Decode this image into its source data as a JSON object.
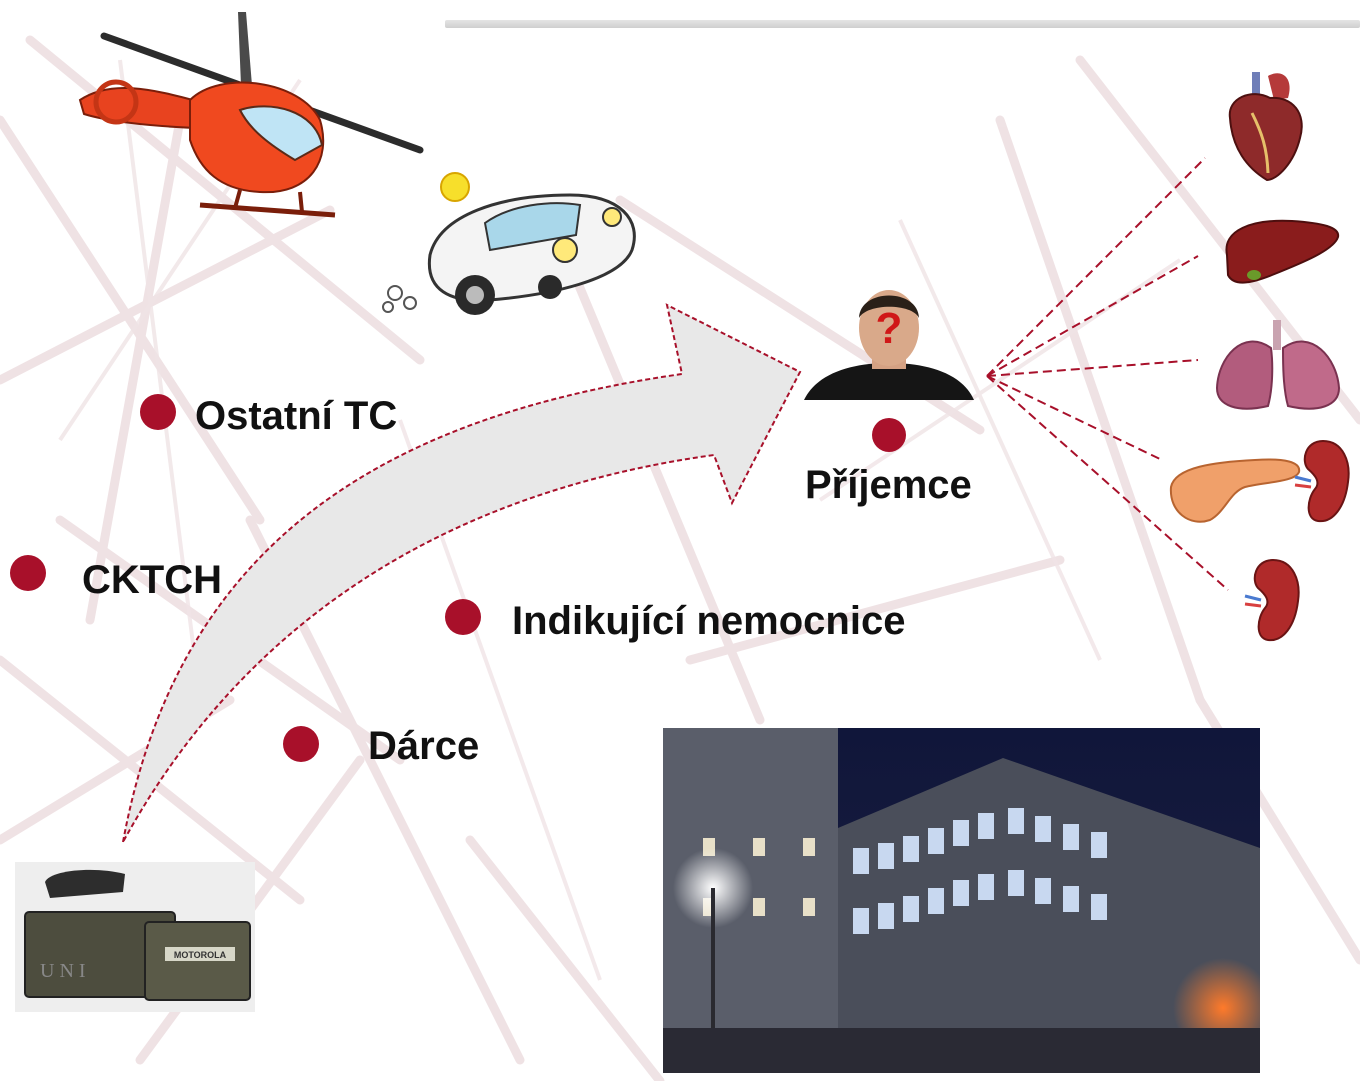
{
  "labels": {
    "ostatni_tc": "Ostatní TC",
    "cktch": "CKTCH",
    "indikujici": "Indikující nemocnice",
    "darce": "Dárce",
    "prijemce": "Příjemce"
  },
  "colors": {
    "bullet": "#a8102a",
    "dashed_line": "#a8102a",
    "arrow_fill": "#e8e8e8",
    "label": "#111111"
  },
  "icons": {
    "helicopter": "helicopter-icon",
    "ambulance": "ambulance-car-icon",
    "recipient": "anonymous-recipient-icon",
    "heart": "heart-organ-icon",
    "liver": "liver-organ-icon",
    "lungs": "lungs-organ-icon",
    "pancreas": "pancreas-organ-icon",
    "kidney": "kidney-organ-icon",
    "radio": "motorola-radio-icon",
    "hospital": "hospital-building-photo"
  }
}
